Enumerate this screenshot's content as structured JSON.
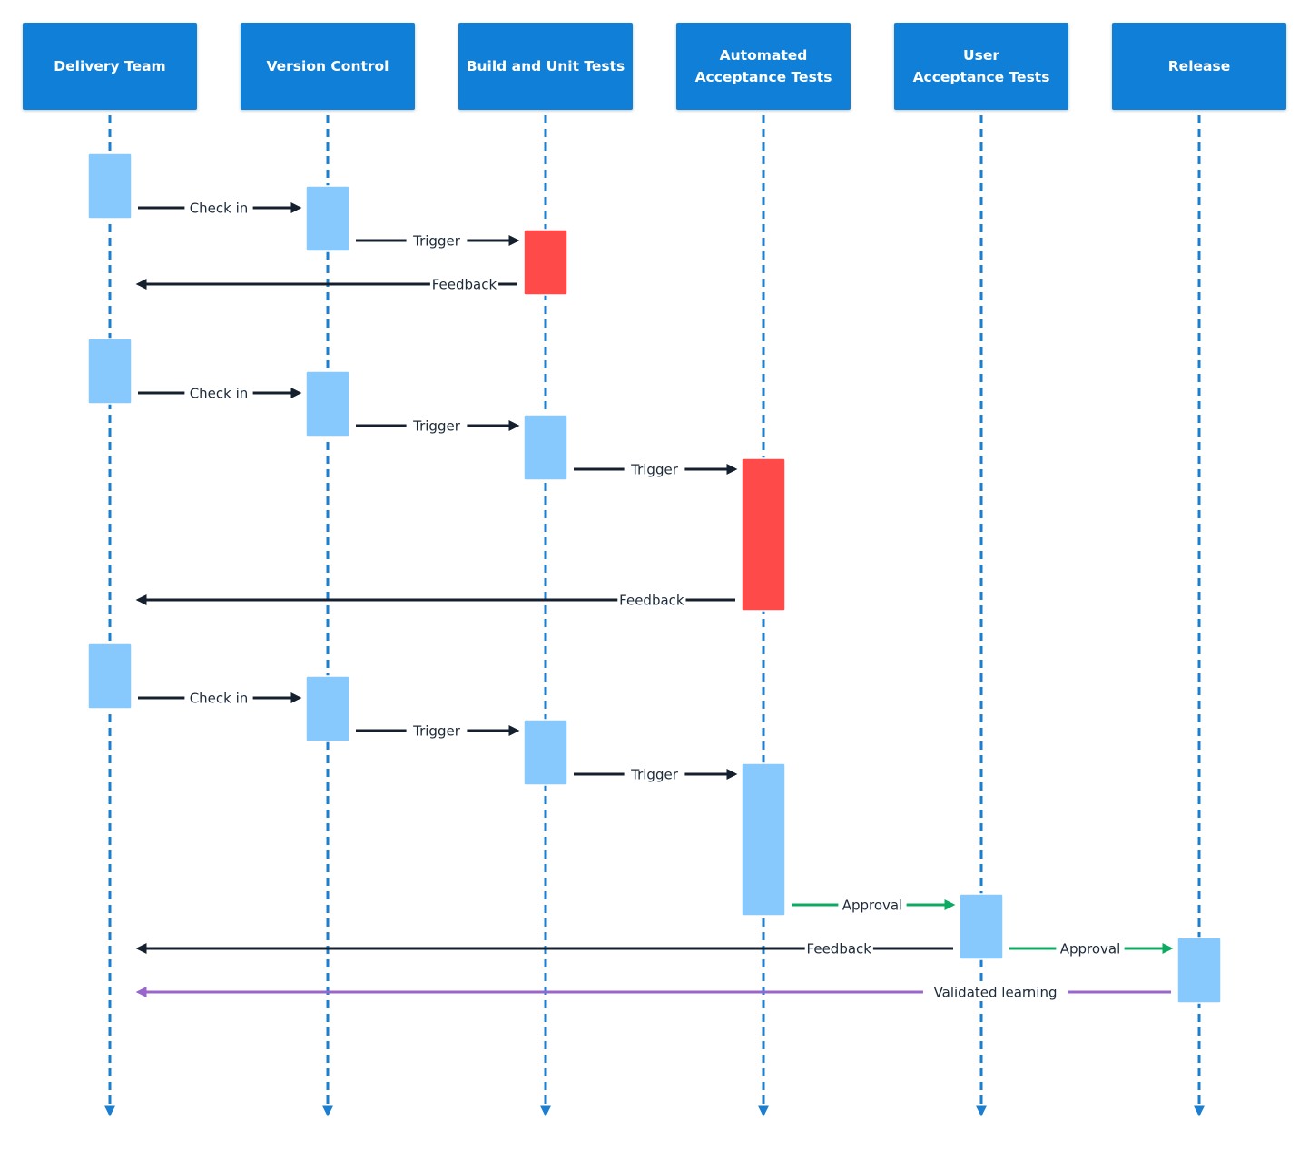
{
  "lanes": [
    {
      "key": "delivery",
      "title": "Delivery Team"
    },
    {
      "key": "vcs",
      "title": "Version Control"
    },
    {
      "key": "build",
      "title": "Build and Unit Tests"
    },
    {
      "key": "aat",
      "title": "Automated\nAcceptance Tests"
    },
    {
      "key": "uat",
      "title": "User\nAcceptance Tests"
    },
    {
      "key": "release",
      "title": "Release"
    }
  ],
  "colors": {
    "header": "#0f7fd8",
    "lifeline": "#1a7fd0",
    "activation_ok": "#87c9fd",
    "activation_fail": "#ff4a4a",
    "arrow_default": "#14202e",
    "arrow_approval": "#0daa61",
    "arrow_learning": "#9966cc",
    "label_text": "#1c2a3a"
  },
  "messages": [
    {
      "label": "Check in",
      "from": "delivery",
      "to": "vcs",
      "kind": "default"
    },
    {
      "label": "Trigger",
      "from": "vcs",
      "to": "build",
      "kind": "default"
    },
    {
      "label": "Feedback",
      "from": "build",
      "to": "delivery",
      "kind": "default"
    },
    {
      "label": "Check in",
      "from": "delivery",
      "to": "vcs",
      "kind": "default"
    },
    {
      "label": "Trigger",
      "from": "vcs",
      "to": "build",
      "kind": "default"
    },
    {
      "label": "Trigger",
      "from": "build",
      "to": "aat",
      "kind": "default"
    },
    {
      "label": "Feedback",
      "from": "aat",
      "to": "delivery",
      "kind": "default"
    },
    {
      "label": "Check in",
      "from": "delivery",
      "to": "vcs",
      "kind": "default"
    },
    {
      "label": "Trigger",
      "from": "vcs",
      "to": "build",
      "kind": "default"
    },
    {
      "label": "Trigger",
      "from": "build",
      "to": "aat",
      "kind": "default"
    },
    {
      "label": "Approval",
      "from": "aat",
      "to": "uat",
      "kind": "approval"
    },
    {
      "label": "Feedback",
      "from": "uat",
      "to": "delivery",
      "kind": "default"
    },
    {
      "label": "Approval",
      "from": "uat",
      "to": "release",
      "kind": "approval"
    },
    {
      "label": "Validated learning",
      "from": "release",
      "to": "delivery",
      "kind": "learning"
    }
  ],
  "activations": [
    {
      "lane": "delivery",
      "status": "ok"
    },
    {
      "lane": "vcs",
      "status": "ok"
    },
    {
      "lane": "build",
      "status": "fail"
    },
    {
      "lane": "delivery",
      "status": "ok"
    },
    {
      "lane": "vcs",
      "status": "ok"
    },
    {
      "lane": "build",
      "status": "ok"
    },
    {
      "lane": "aat",
      "status": "fail"
    },
    {
      "lane": "delivery",
      "status": "ok"
    },
    {
      "lane": "vcs",
      "status": "ok"
    },
    {
      "lane": "build",
      "status": "ok"
    },
    {
      "lane": "aat",
      "status": "ok"
    },
    {
      "lane": "uat",
      "status": "ok"
    },
    {
      "lane": "release",
      "status": "ok"
    }
  ]
}
